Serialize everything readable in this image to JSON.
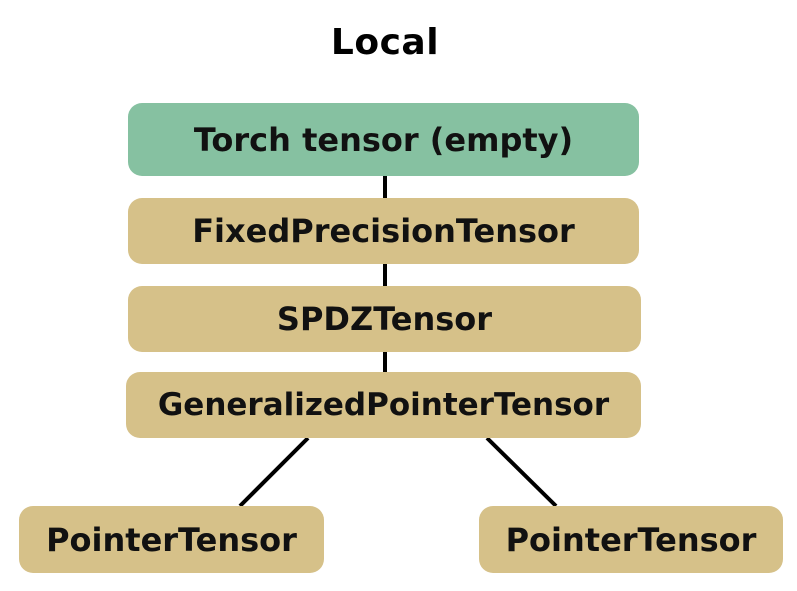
{
  "diagram": {
    "title": "Local",
    "nodes": {
      "torch": "Torch tensor (empty)",
      "fixed": "FixedPrecisionTensor",
      "spdz": "SPDZTensor",
      "generalized": "GeneralizedPointerTensor",
      "pointer_left": "PointerTensor",
      "pointer_right": "PointerTensor"
    },
    "edges": [
      [
        "torch",
        "fixed"
      ],
      [
        "fixed",
        "spdz"
      ],
      [
        "spdz",
        "generalized"
      ],
      [
        "generalized",
        "pointer_left"
      ],
      [
        "generalized",
        "pointer_right"
      ]
    ],
    "colors": {
      "root": "#86c1a1",
      "layer": "#d6c189",
      "connector": "#000000"
    }
  }
}
